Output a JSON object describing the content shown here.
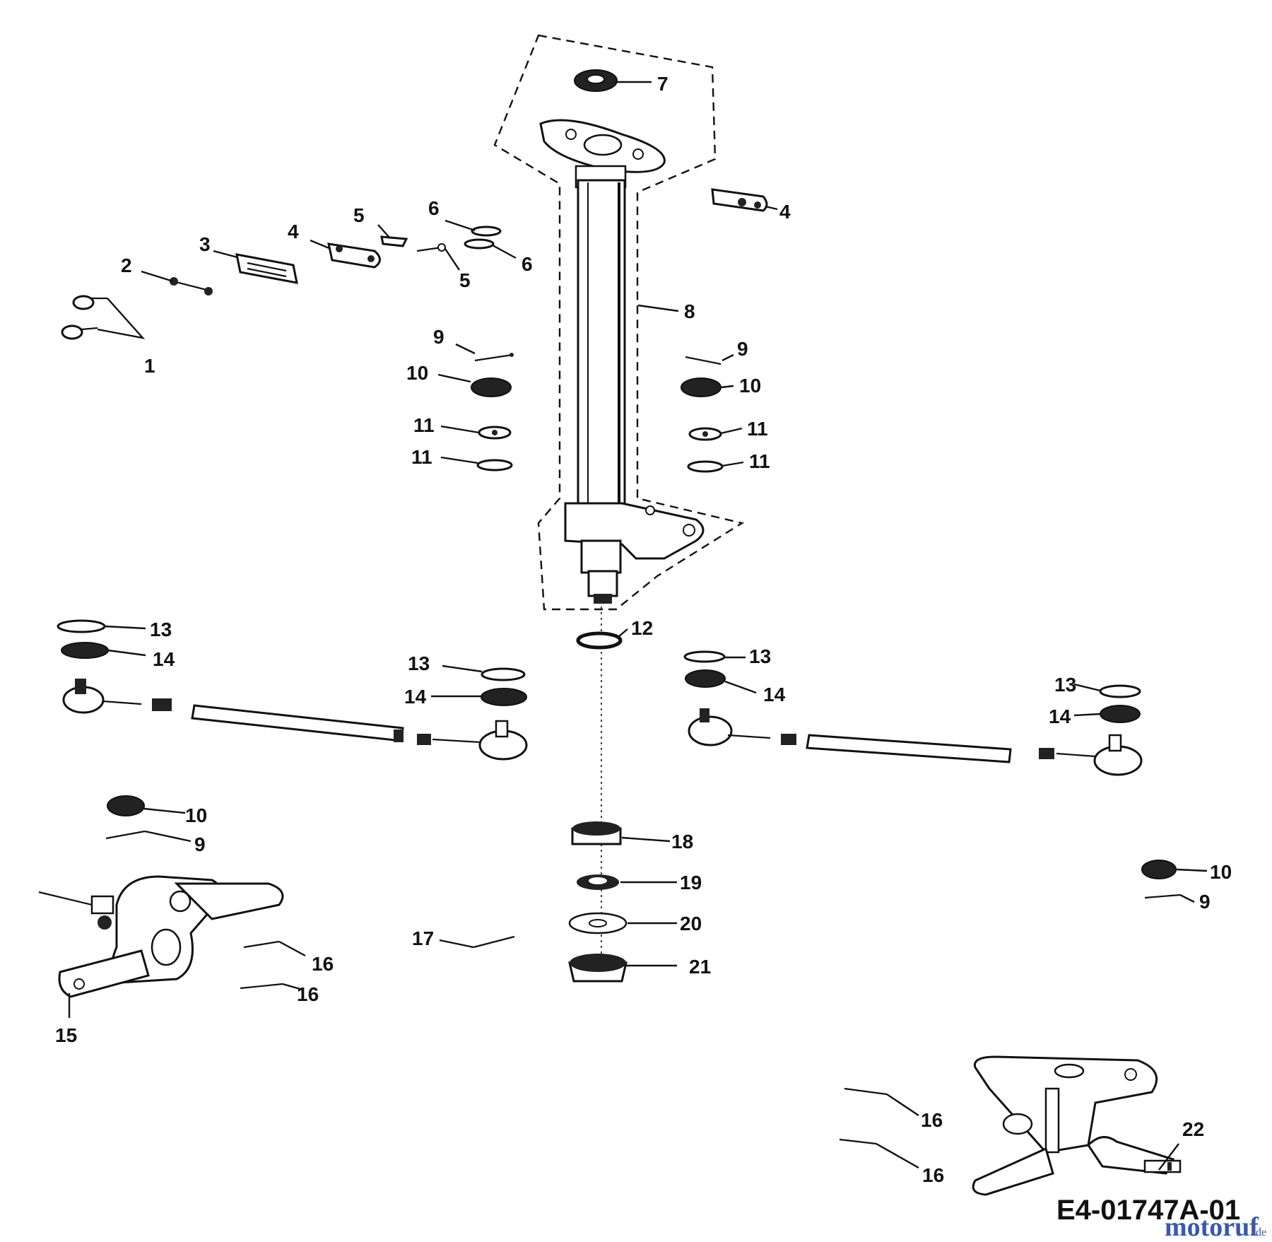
{
  "diagram": {
    "drawing_code": "E4-01747A-01",
    "watermark": {
      "main": "motoruf",
      "suffix": ".de",
      "color": "#3a5aa8"
    },
    "callouts": [
      {
        "id": "c1",
        "label": "1"
      },
      {
        "id": "c2",
        "label": "2"
      },
      {
        "id": "c3",
        "label": "3"
      },
      {
        "id": "c4a",
        "label": "4"
      },
      {
        "id": "c4b",
        "label": "4"
      },
      {
        "id": "c5a",
        "label": "5"
      },
      {
        "id": "c5b",
        "label": "5"
      },
      {
        "id": "c6a",
        "label": "6"
      },
      {
        "id": "c6b",
        "label": "6"
      },
      {
        "id": "c7",
        "label": "7"
      },
      {
        "id": "c8",
        "label": "8"
      },
      {
        "id": "c9a",
        "label": "9"
      },
      {
        "id": "c9b",
        "label": "9"
      },
      {
        "id": "c9c",
        "label": "9"
      },
      {
        "id": "c9d",
        "label": "9"
      },
      {
        "id": "c10a",
        "label": "10"
      },
      {
        "id": "c10b",
        "label": "10"
      },
      {
        "id": "c10c",
        "label": "10"
      },
      {
        "id": "c10d",
        "label": "10"
      },
      {
        "id": "c11a",
        "label": "11"
      },
      {
        "id": "c11b",
        "label": "11"
      },
      {
        "id": "c11c",
        "label": "11"
      },
      {
        "id": "c11d",
        "label": "11"
      },
      {
        "id": "c12",
        "label": "12"
      },
      {
        "id": "c13a",
        "label": "13"
      },
      {
        "id": "c13b",
        "label": "13"
      },
      {
        "id": "c13c",
        "label": "13"
      },
      {
        "id": "c13d",
        "label": "13"
      },
      {
        "id": "c14a",
        "label": "14"
      },
      {
        "id": "c14b",
        "label": "14"
      },
      {
        "id": "c14c",
        "label": "14"
      },
      {
        "id": "c14d",
        "label": "14"
      },
      {
        "id": "c15",
        "label": "15"
      },
      {
        "id": "c16a",
        "label": "16"
      },
      {
        "id": "c16b",
        "label": "16"
      },
      {
        "id": "c16c",
        "label": "16"
      },
      {
        "id": "c16d",
        "label": "16"
      },
      {
        "id": "c17",
        "label": "17"
      },
      {
        "id": "c18",
        "label": "18"
      },
      {
        "id": "c19",
        "label": "19"
      },
      {
        "id": "c20",
        "label": "20"
      },
      {
        "id": "c21",
        "label": "21"
      },
      {
        "id": "c22",
        "label": "22"
      }
    ]
  }
}
